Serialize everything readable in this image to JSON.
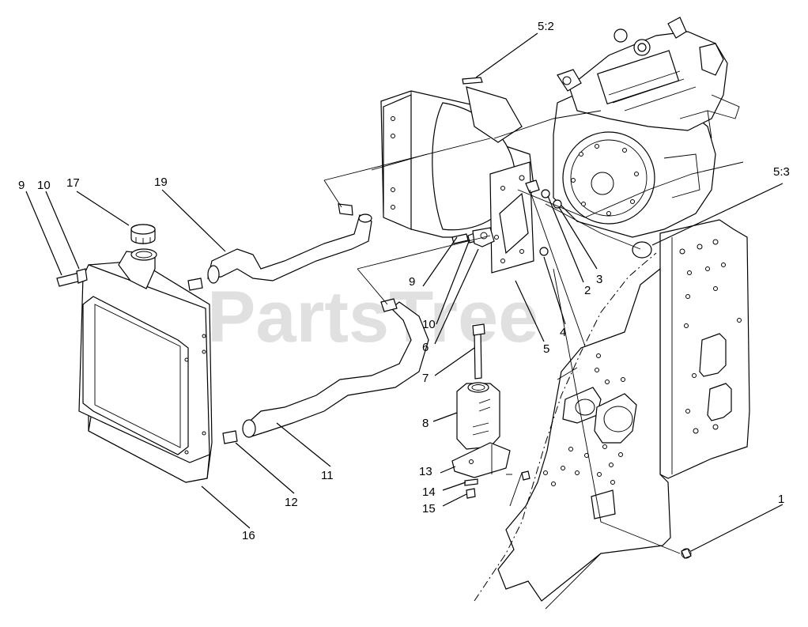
{
  "watermark": "PartsTree",
  "callouts": {
    "c_5_2": "5:2",
    "c_5_3": "5:3",
    "c_9a": "9",
    "c_10a": "10",
    "c_17": "17",
    "c_19": "19",
    "c_9b": "9",
    "c_10b": "10",
    "c_6": "6",
    "c_7": "7",
    "c_8": "8",
    "c_13": "13",
    "c_14": "14",
    "c_15": "15",
    "c_2": "2",
    "c_3": "3",
    "c_4": "4",
    "c_5": "5",
    "c_11": "11",
    "c_12": "12",
    "c_16": "16",
    "c_1": "1"
  }
}
